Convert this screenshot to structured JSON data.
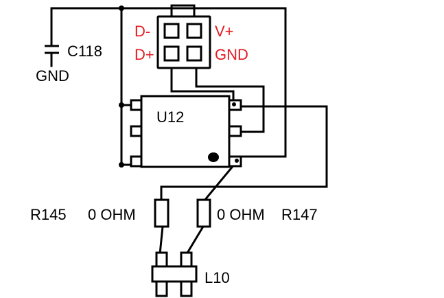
{
  "components": {
    "capacitor": {
      "ref": "C118",
      "net": "GND"
    },
    "connector": {
      "pins": [
        "D-",
        "V+",
        "D+",
        "GND"
      ]
    },
    "ic": {
      "ref": "U12"
    },
    "resistor_left": {
      "ref": "R145",
      "value": "0 OHM"
    },
    "resistor_right": {
      "ref": "R147",
      "value": "0 OHM"
    },
    "inductor": {
      "ref": "L10"
    }
  },
  "colors": {
    "wire": "#000000",
    "connector_label": "#e31c23",
    "background": "#ffffff"
  }
}
